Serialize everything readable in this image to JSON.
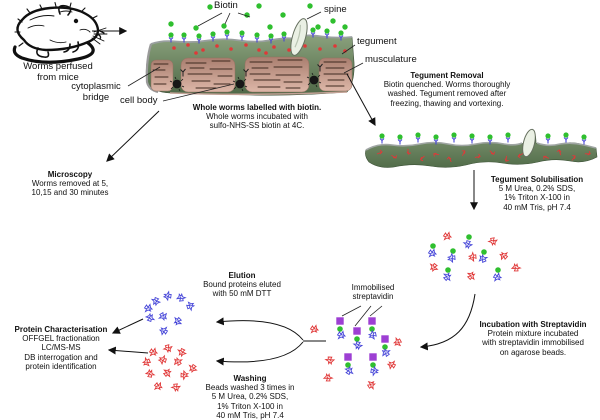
{
  "labels": {
    "biotin": "Biotin",
    "spine": "spine",
    "tegument": "tegument",
    "musculature": "musculature",
    "cytoplasmic_bridge": "cytoplasmic\nbridge",
    "cell_body": "cell body",
    "worms_perfused": "Worms perfused\nfrom mice",
    "immobilised_streptavidin": "Immobilised\nstreptavidin"
  },
  "steps": {
    "labelling": {
      "title": "Whole worms labelled with biotin.",
      "body": "Whole worms incubated with\nsulfo-NHS-SS biotin at 4C."
    },
    "microscopy": {
      "title": "Microscopy",
      "body": "Worms removed at 5,\n10,15 and 30 minutes"
    },
    "tegument_removal": {
      "title": "Tegument Removal",
      "body": "Biotin quenched.  Worms thoroughly\nwashed.  Tegument removed after\nfreezing, thawing and vortexing."
    },
    "tegument_solubilisation": {
      "title": "Tegument Solubilisation",
      "body": "5 M Urea, 0.2% SDS,\n1% Triton X-100 in\n40 mM Tris, pH 7.4"
    },
    "incubation": {
      "title": "Incubation with Streptavidin",
      "body": "Protein mixture incubated\nwith streptavidin immobilised\non agarose beads."
    },
    "washing": {
      "title": "Washing",
      "body": "Beads washed 3 times in\n5 M Urea, 0.2% SDS,\n1% Triton X-100 in\n40 mM Tris, pH 7.4"
    },
    "elution": {
      "title": "Elution",
      "body": "Bound proteins eluted\nwith 50 mM DTT"
    },
    "protein_characterisation": {
      "title": "Protein Characterisation",
      "body": "OFFGEL fractionation\nLC/MS-MS\nDB interrogation and\nprotein identification"
    }
  },
  "colors": {
    "biotin": "#2fbf2f",
    "labelled_protein": "#4646d8",
    "unlabelled_protein": "#e03838",
    "streptavidin_bead": "#9d3fd3",
    "tegument_green": "#6b8663",
    "musculature_pink": "#c79a8b"
  }
}
